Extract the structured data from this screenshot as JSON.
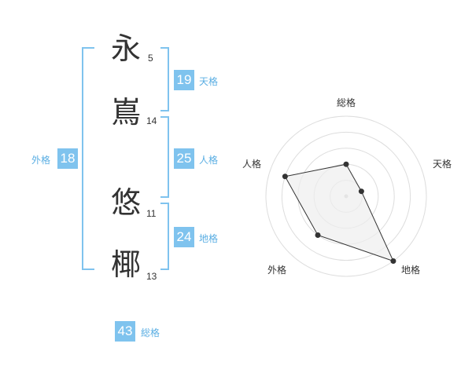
{
  "name_chars": [
    {
      "char": "永",
      "strokes": "5"
    },
    {
      "char": "嶌",
      "strokes": "14"
    },
    {
      "char": "悠",
      "strokes": "11"
    },
    {
      "char": "椰",
      "strokes": "13"
    }
  ],
  "fortunes": {
    "tenkaku": {
      "value": "19",
      "label": "天格"
    },
    "jinkaku": {
      "value": "25",
      "label": "人格"
    },
    "chikaku": {
      "value": "24",
      "label": "地格"
    },
    "gaikaku": {
      "value": "18",
      "label": "外格"
    },
    "soukaku": {
      "value": "43",
      "label": "総格"
    }
  },
  "colors": {
    "accent": "#7fc3ee",
    "accent_text": "#5aaee3",
    "radar_fill": "#eeeeee",
    "grid": "#dddddd"
  },
  "chart_data": {
    "type": "radar",
    "axes": [
      "総格",
      "天格",
      "地格",
      "外格",
      "人格"
    ],
    "values": [
      2,
      1,
      5,
      3,
      4
    ],
    "max": 5
  }
}
